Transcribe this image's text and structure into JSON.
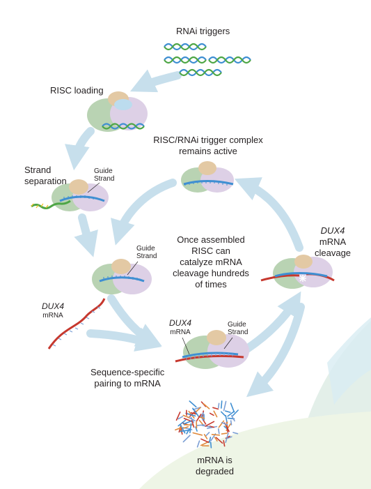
{
  "labels": {
    "rnai_triggers": "RNAi triggers",
    "risc_loading": "RISC loading",
    "complex_active_line1": "RISC/RNAi trigger complex",
    "complex_active_line2": "remains active",
    "strand_separation_line1": "Strand",
    "strand_separation_line2": "separation",
    "guide_line1": "Guide",
    "guide_line2": "Strand",
    "center_line1": "Once assembled",
    "center_line2": "RISC can",
    "center_line3": "catalyze mRNA",
    "center_line4": "cleavage hundreds",
    "center_line5": "of times",
    "dux4": "DUX4",
    "mrna": "mRNA",
    "cleavage_mrna": "mRNA",
    "cleavage": "cleavage",
    "pairing_line1": "Sequence-specific",
    "pairing_line2": "pairing to mRNA",
    "degraded_line1": "mRNA is",
    "degraded_line2": "degraded"
  },
  "colors": {
    "arrow": "#c7dfec",
    "risc_green": "#b9d3b3",
    "risc_purple": "#ddd0e6",
    "risc_tan": "#e3c9a4",
    "strand_blue": "#3f8fd2",
    "strand_green": "#4ea646",
    "mrna_red": "#c6382e",
    "bg_swoosh": "#e6f1de"
  }
}
